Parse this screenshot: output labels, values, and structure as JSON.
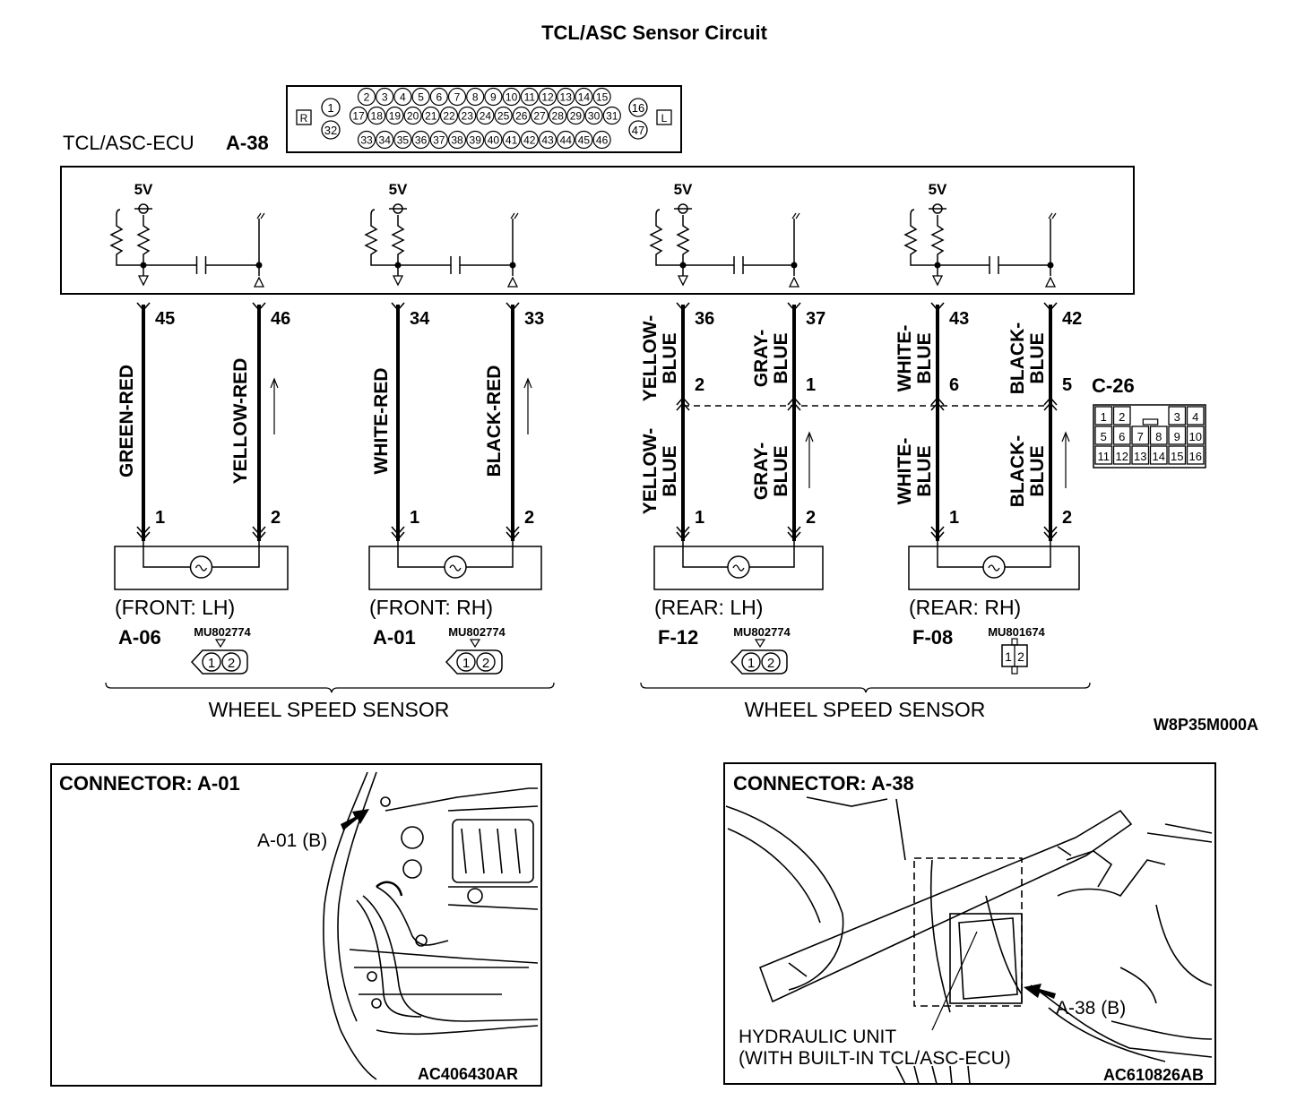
{
  "title": "TCL/ASC Sensor Circuit",
  "ecu": {
    "label": "TCL/ASC-ECU",
    "connector": "A-38",
    "pins_row1": [
      "2",
      "3",
      "4",
      "5",
      "6",
      "7",
      "8",
      "9",
      "10",
      "11",
      "12",
      "13",
      "14",
      "15"
    ],
    "pins_row2": [
      "17",
      "18",
      "19",
      "20",
      "21",
      "22",
      "23",
      "24",
      "25",
      "26",
      "27",
      "28",
      "29",
      "30",
      "31"
    ],
    "pins_row3": [
      "33",
      "34",
      "35",
      "36",
      "37",
      "38",
      "39",
      "40",
      "41",
      "42",
      "43",
      "44",
      "45",
      "46"
    ],
    "pin_1": "1",
    "pin_32": "32",
    "pin_16": "16",
    "pin_47": "47",
    "side_r": "R",
    "side_l": "L",
    "supply": "5V"
  },
  "sensors": [
    {
      "position": "(FRONT: LH)",
      "connector": "A-06",
      "part": "MU802774",
      "pin_a": "45",
      "pin_b": "46",
      "wire_a": "GREEN-RED",
      "wire_b": "YELLOW-RED",
      "sensor_pin_a": "1",
      "sensor_pin_b": "2"
    },
    {
      "position": "(FRONT: RH)",
      "connector": "A-01",
      "part": "MU802774",
      "pin_a": "34",
      "pin_b": "33",
      "wire_a": "WHITE-RED",
      "wire_b": "BLACK-RED",
      "sensor_pin_a": "1",
      "sensor_pin_b": "2"
    },
    {
      "position": "(REAR: LH)",
      "connector": "F-12",
      "part": "MU802774",
      "pin_a": "36",
      "pin_b": "37",
      "wire_a_top1": "YELLOW-",
      "wire_a_top2": "BLUE",
      "wire_b_top1": "GRAY-",
      "wire_b_top2": "BLUE",
      "mid_a": "2",
      "mid_b": "1",
      "wire_a_bot1": "YELLOW-",
      "wire_a_bot2": "BLUE",
      "wire_b_bot1": "GRAY-",
      "wire_b_bot2": "BLUE",
      "sensor_pin_a": "1",
      "sensor_pin_b": "2"
    },
    {
      "position": "(REAR: RH)",
      "connector": "F-08",
      "part": "MU801674",
      "pin_a": "43",
      "pin_b": "42",
      "wire_a_top1": "WHITE-",
      "wire_a_top2": "BLUE",
      "wire_b_top1": "BLACK-",
      "wire_b_top2": "BLUE",
      "mid_a": "6",
      "mid_b": "5",
      "wire_a_bot1": "WHITE-",
      "wire_a_bot2": "BLUE",
      "wire_b_bot1": "BLACK-",
      "wire_b_bot2": "BLUE",
      "sensor_pin_a": "1",
      "sensor_pin_b": "2"
    }
  ],
  "joint_connector": {
    "label": "C-26",
    "row1": [
      "1",
      "2",
      "",
      "3",
      "4"
    ],
    "row2": [
      "5",
      "6",
      "7",
      "8",
      "9",
      "10"
    ],
    "row3": [
      "11",
      "12",
      "13",
      "14",
      "15",
      "16"
    ]
  },
  "group_label": "WHEEL SPEED SENSOR",
  "connector_pins_12": [
    "1",
    "2"
  ],
  "diagram_code": "W8P35M000A",
  "panel_left": {
    "heading": "CONNECTOR: A-01",
    "callout": "A-01 (B)",
    "code": "AC406430AR"
  },
  "panel_right": {
    "heading": "CONNECTOR: A-38",
    "callout": "A-38 (B)",
    "caption1": "HYDRAULIC UNIT",
    "caption2": "(WITH BUILT-IN TCL/ASC-ECU)",
    "code": "AC610826AB"
  }
}
